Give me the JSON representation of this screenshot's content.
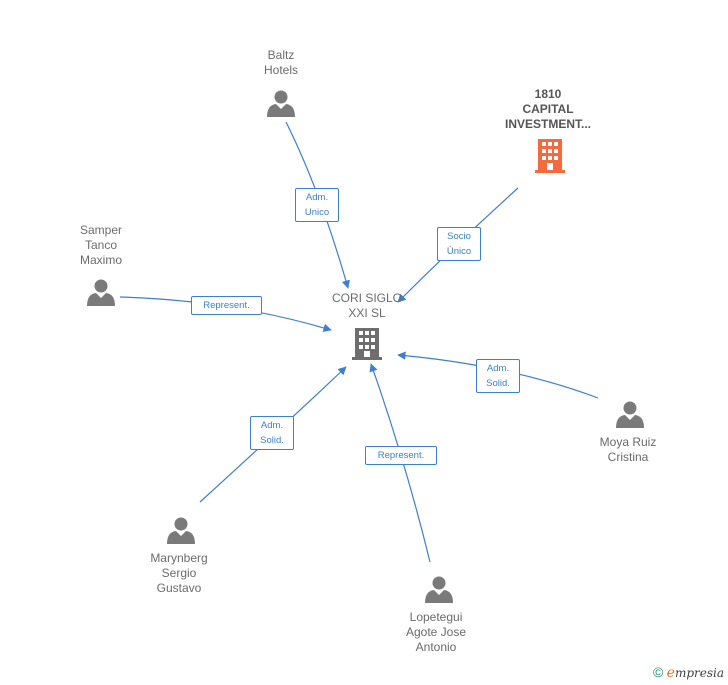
{
  "center": {
    "label": "CORI SIGLO\nXXI SL"
  },
  "nodes": {
    "baltz": {
      "label": "Baltz\nHotels"
    },
    "capital": {
      "label": "1810\nCAPITAL\nINVESTMENT..."
    },
    "samper": {
      "label": "Samper\nTanco\nMaximo"
    },
    "moya": {
      "label": "Moya Ruiz\nCristina"
    },
    "marynberg": {
      "label": "Marynberg\nSergio\nGustavo"
    },
    "lopetegui": {
      "label": "Lopetegui\nAgote Jose\nAntonio"
    }
  },
  "edges": {
    "baltz": {
      "label": "Adm.\nUnico"
    },
    "capital": {
      "label": "Socio\nÚnico"
    },
    "samper": {
      "label": "Represent."
    },
    "moya": {
      "label": "Adm.\nSolid."
    },
    "marynberg": {
      "label": "Adm.\nSolid."
    },
    "lopetegui": {
      "label": "Represent."
    }
  },
  "colors": {
    "edge": "#3d7fd0",
    "person": "#7a7a7a",
    "company": "#6e6e6e",
    "highlight_company": "#f26a3d"
  },
  "brand": {
    "symbol": "©",
    "first": "e",
    "rest": "mpresia"
  }
}
